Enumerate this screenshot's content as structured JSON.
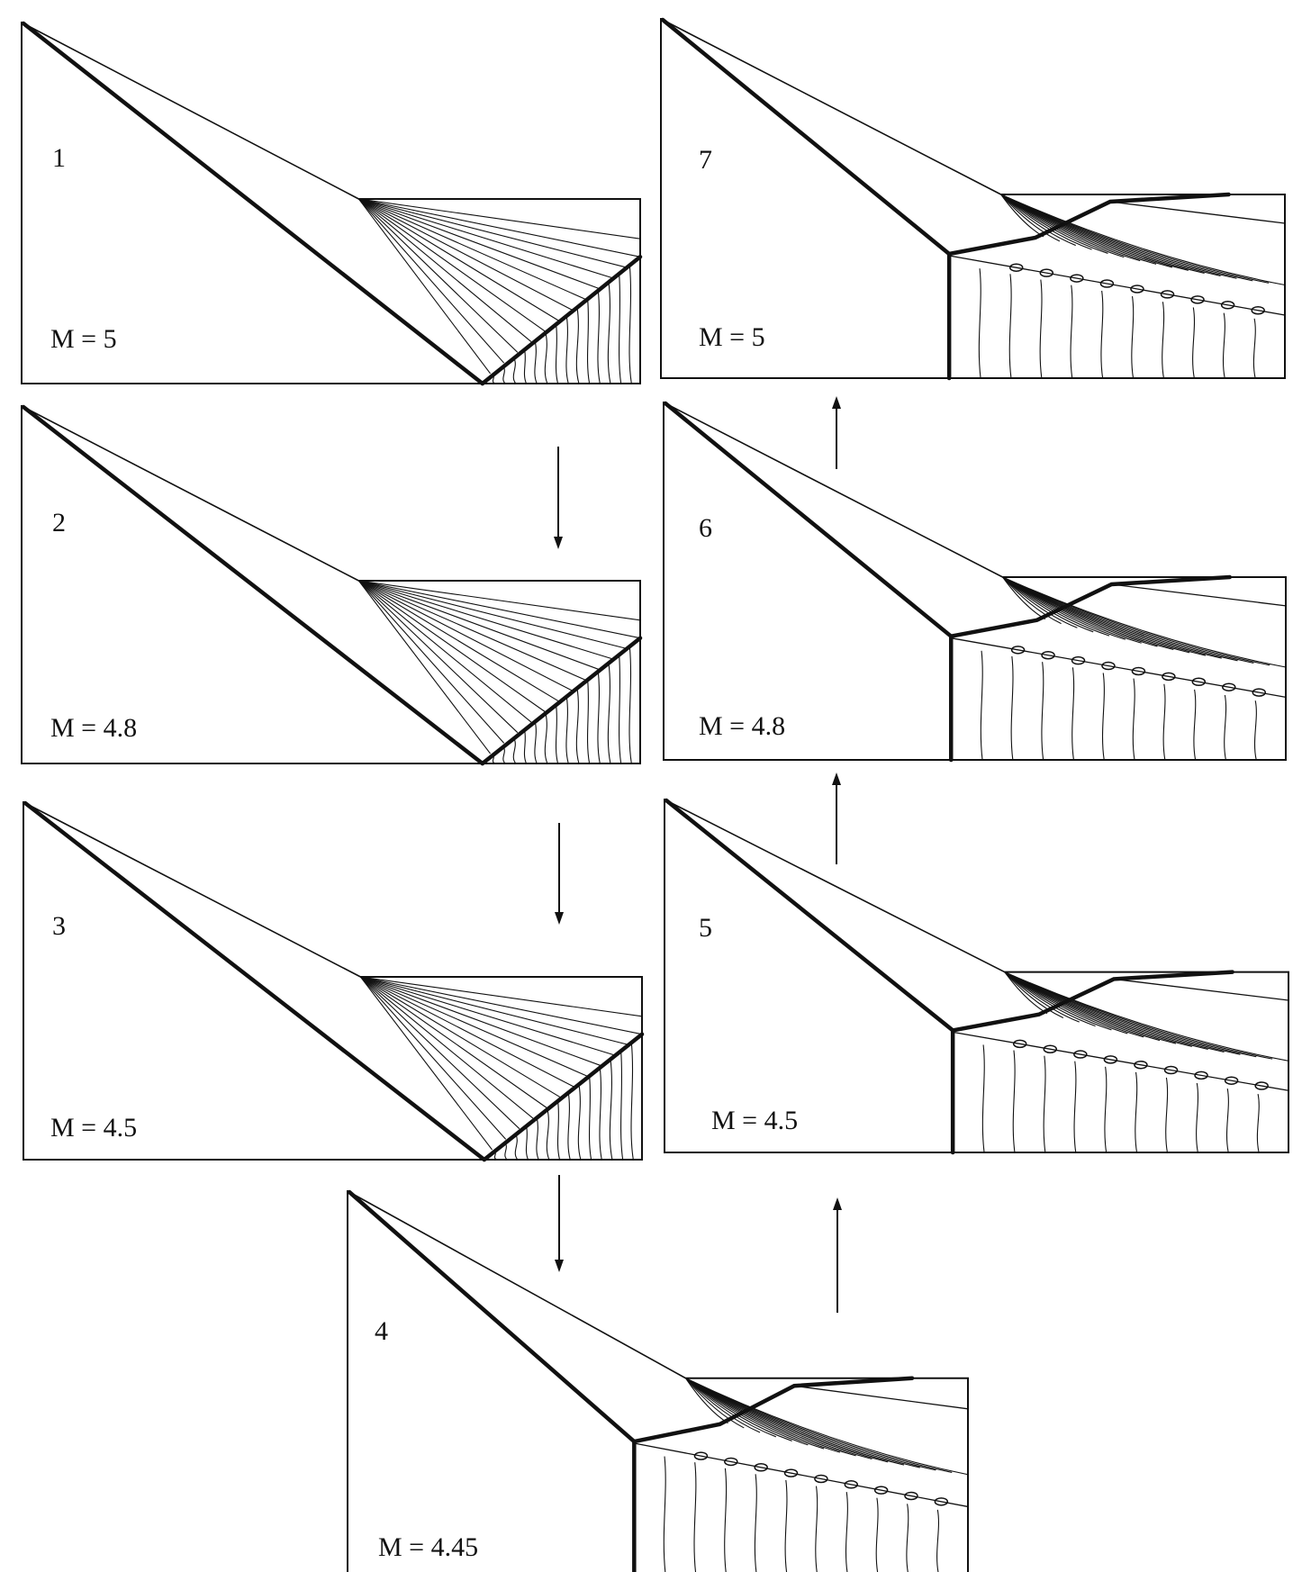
{
  "panels": [
    {
      "id": "1",
      "mach": "M = 5",
      "regime": "regular"
    },
    {
      "id": "2",
      "mach": "M = 4.8",
      "regime": "regular"
    },
    {
      "id": "3",
      "mach": "M = 4.5",
      "regime": "regular"
    },
    {
      "id": "4",
      "mach": "M = 4.45",
      "regime": "mach"
    },
    {
      "id": "5",
      "mach": "M = 4.5",
      "regime": "mach"
    },
    {
      "id": "6",
      "mach": "M = 4.8",
      "regime": "mach"
    },
    {
      "id": "7",
      "mach": "M = 5",
      "regime": "mach"
    }
  ],
  "arrows": [
    {
      "from": "1",
      "to": "2",
      "direction": "down"
    },
    {
      "from": "2",
      "to": "3",
      "direction": "down"
    },
    {
      "from": "3",
      "to": "4",
      "direction": "down"
    },
    {
      "from": "4",
      "to": "5",
      "direction": "up"
    },
    {
      "from": "5",
      "to": "6",
      "direction": "up"
    },
    {
      "from": "6",
      "to": "7",
      "direction": "up"
    }
  ]
}
